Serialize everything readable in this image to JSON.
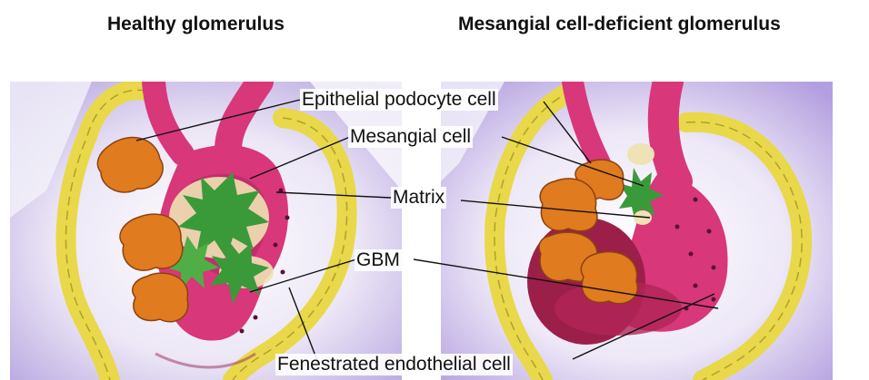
{
  "titles": {
    "left": "Healthy glomerulus",
    "right": "Mesangial cell-deficient glomerulus"
  },
  "labels": {
    "podocyte": "Epithelial podocyte cell",
    "mesangial": "Mesangial cell",
    "matrix": "Matrix",
    "gbm": "GBM",
    "endothelial": "Fenestrated endothelial cell"
  },
  "colors": {
    "background_wash": "#d9cdee",
    "tubule_yellow": "#e9d84a",
    "capillary_pink": "#d8377a",
    "podocyte_orange": "#e07b1f",
    "mesangial_green": "#3a9a3a",
    "matrix_cream": "#efe2b5"
  }
}
